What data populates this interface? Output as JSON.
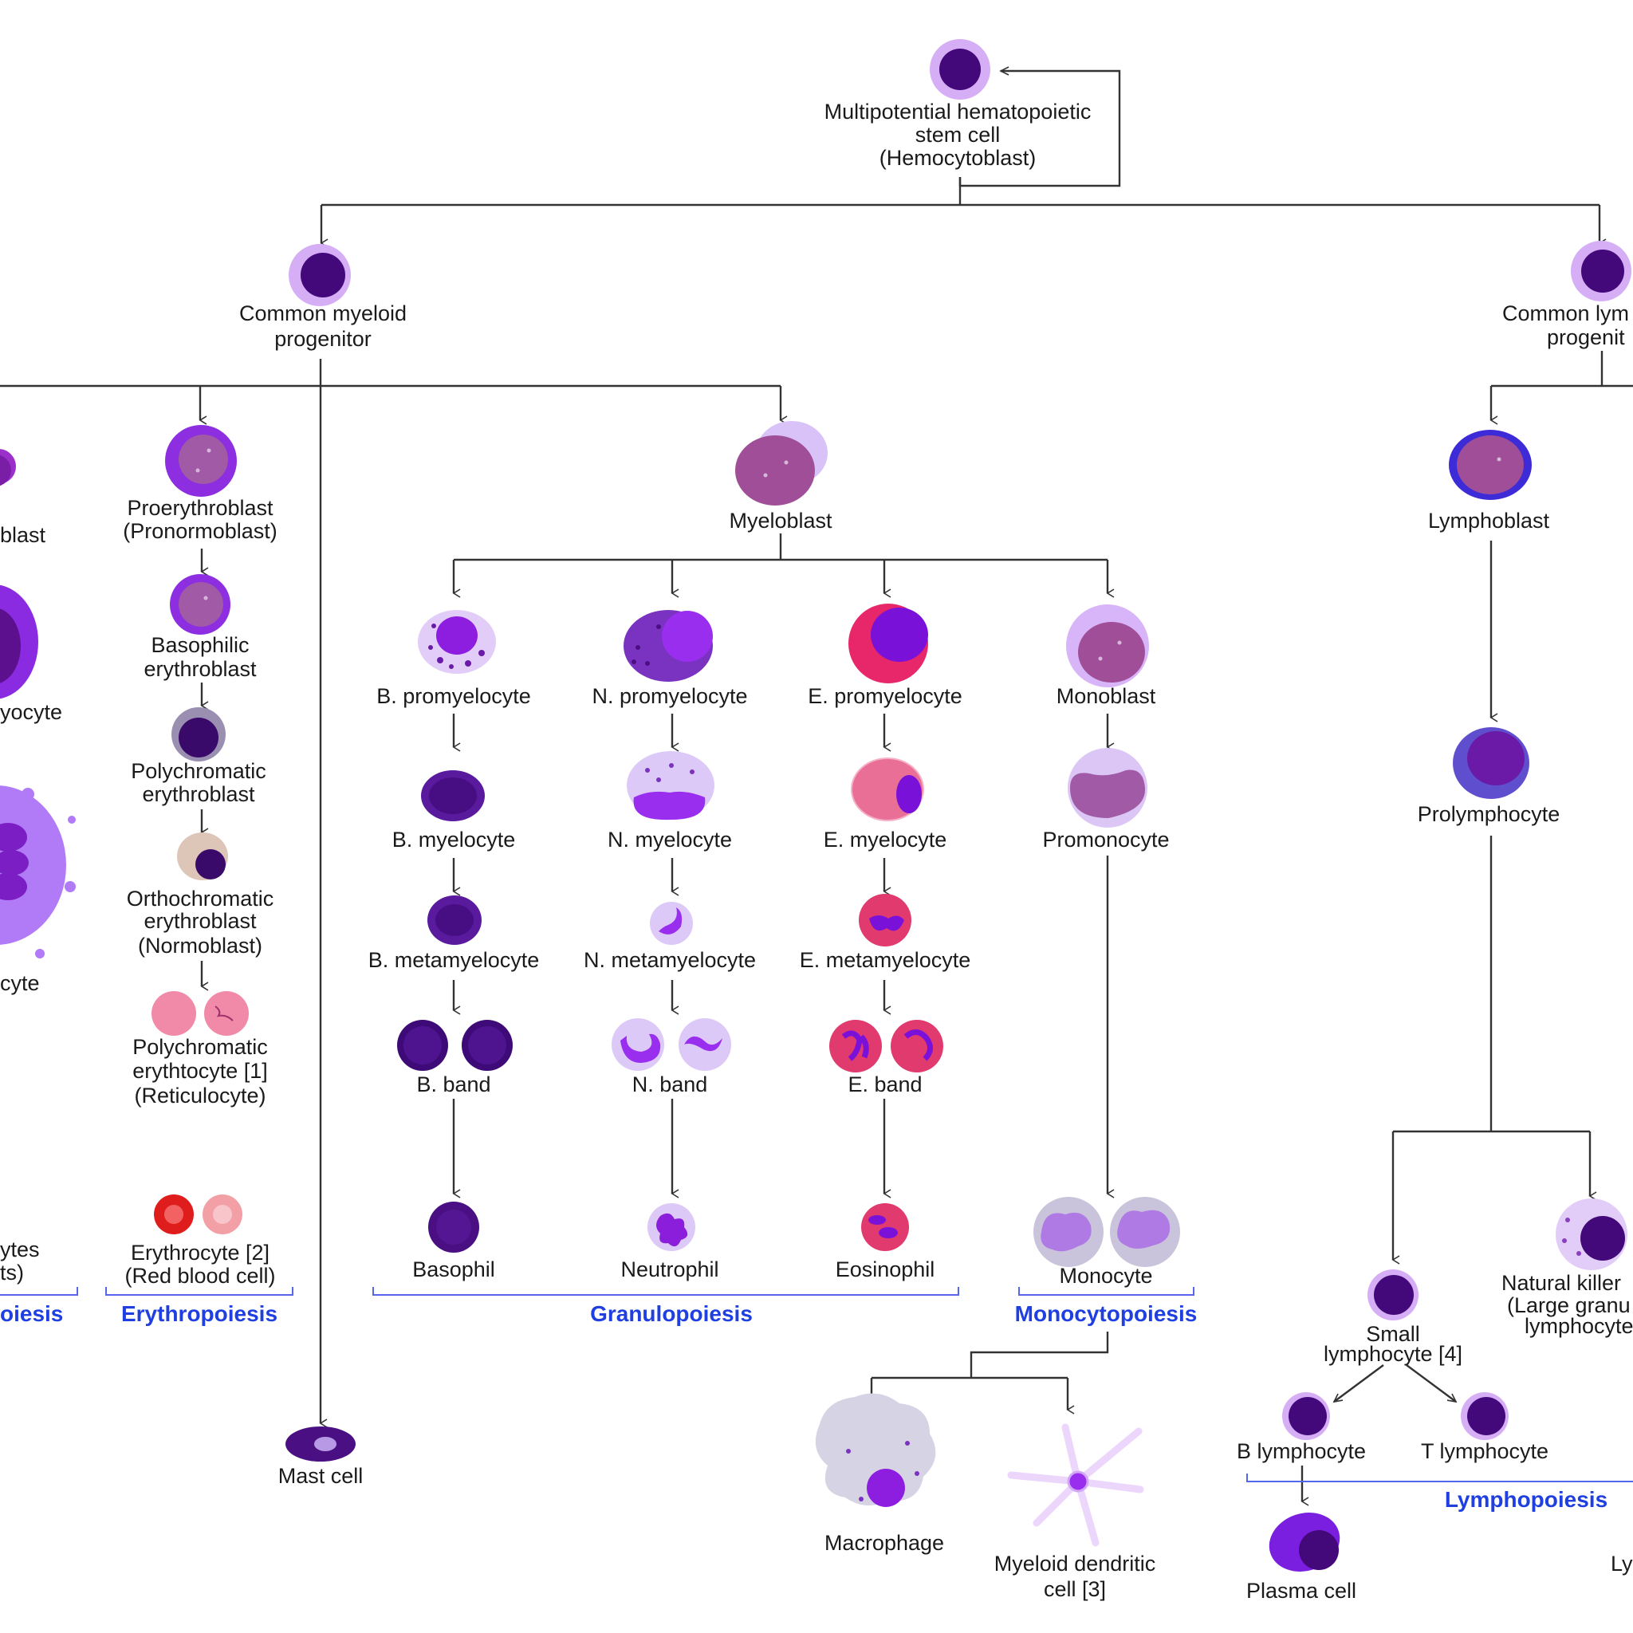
{
  "diagram": {
    "stem_cell": [
      "Multipotential hematopoietic",
      "stem cell",
      "(Hemocytoblast)"
    ],
    "common_myeloid": [
      "Common myeloid",
      "progenitor"
    ],
    "common_lymphoid": [
      "Common lym",
      "progenit"
    ],
    "partial_left": {
      "blast": "blast",
      "ocyte": "yocyte",
      "cyte": "cyte",
      "ytes": "ytes",
      "ts": "ts)",
      "poiesis": "oiesis"
    },
    "erythro": {
      "proerythroblast": [
        "Proerythroblast",
        "(Pronormoblast)"
      ],
      "basophilic": [
        "Basophilic",
        "erythroblast"
      ],
      "polychromatic_eb": [
        "Polychromatic",
        "erythroblast"
      ],
      "orthochromatic": [
        "Orthochromatic",
        "erythroblast",
        "(Normoblast)"
      ],
      "reticulocyte": [
        "Polychromatic",
        "erythtocyte [1]",
        "(Reticulocyte)"
      ],
      "erythrocyte": [
        "Erythrocyte [2]",
        "(Red blood cell)"
      ],
      "section": "Erythropoiesis"
    },
    "mast_cell": "Mast cell",
    "myeloblast": "Myeloblast",
    "basophil_line": [
      "B. promyelocyte",
      "B. myelocyte",
      "B. metamyelocyte",
      "B. band",
      "Basophil"
    ],
    "neutrophil_line": [
      "N. promyelocyte",
      "N. myelocyte",
      "N. metamyelocyte",
      "N. band",
      "Neutrophil"
    ],
    "eosinophil_line": [
      "E. promyelocyte",
      "E. myelocyte",
      "E. metamyelocyte",
      "E. band",
      "Eosinophil"
    ],
    "granulopoiesis": "Granulopoiesis",
    "mono_line": [
      "Monoblast",
      "Promonocyte",
      "Monocyte"
    ],
    "monocytopoiesis": "Monocytopoiesis",
    "macrophage": "Macrophage",
    "dendritic": [
      "Myeloid dendritic",
      "cell [3]"
    ],
    "lymphoblast": "Lymphoblast",
    "prolymphocyte": "Prolymphocyte",
    "nk_cell": [
      "Natural killer",
      "(Large granu",
      "lymphocyte"
    ],
    "small_lymphocyte": [
      "Small",
      "lymphocyte [4]"
    ],
    "b_lymphocyte": "B lymphocyte",
    "t_lymphocyte": "T lymphocyte",
    "lymphopoiesis": "Lymphopoiesis",
    "plasma_cell": "Plasma cell",
    "partial_right_ly": "Ly"
  }
}
